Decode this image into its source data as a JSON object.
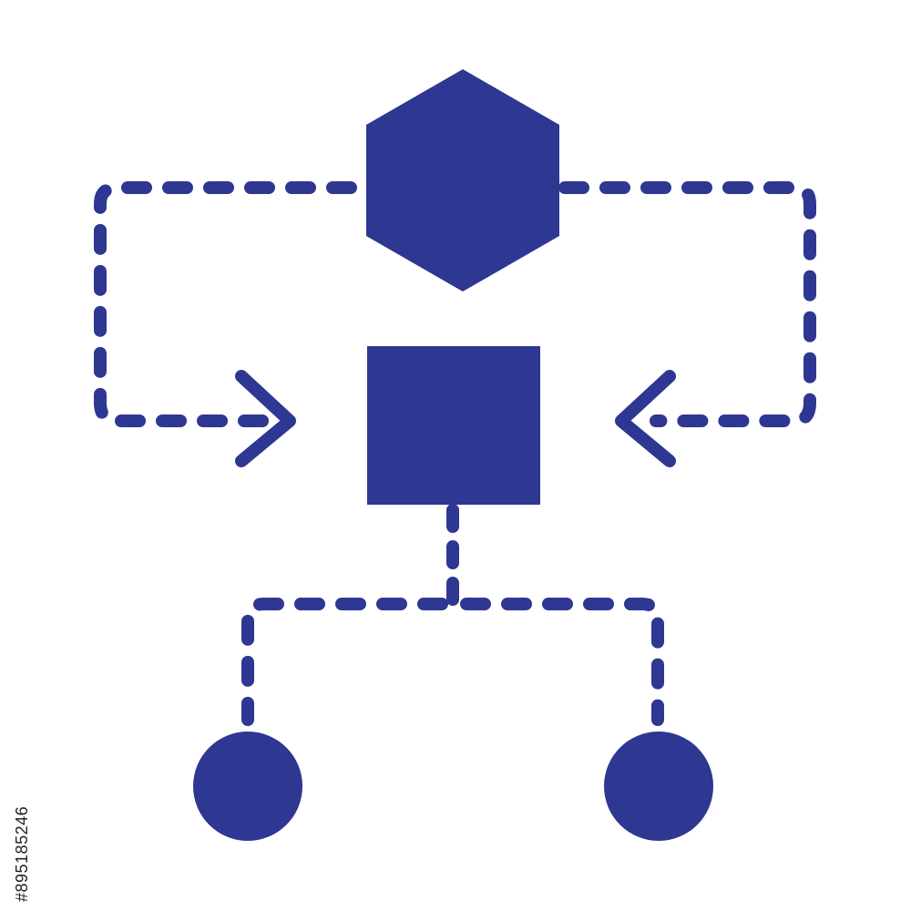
{
  "diagram": {
    "kind": "flowchart-icon",
    "color": "#2E3791",
    "background": "#FFFFFF",
    "nodes": [
      {
        "id": "hexagon",
        "shape": "hexagon",
        "role": "top process node"
      },
      {
        "id": "square",
        "shape": "square",
        "role": "center node"
      },
      {
        "id": "circle-left",
        "shape": "circle",
        "role": "bottom-left output"
      },
      {
        "id": "circle-right",
        "shape": "circle",
        "role": "bottom-right output"
      }
    ],
    "connectors": [
      {
        "from": "hexagon",
        "to": "square",
        "side": "left",
        "style": "dashed",
        "arrow": "open-chevron"
      },
      {
        "from": "hexagon",
        "to": "square",
        "side": "right",
        "style": "dashed",
        "arrow": "open-chevron"
      },
      {
        "from": "square",
        "to": "circle-left",
        "style": "dashed",
        "arrow": "none"
      },
      {
        "from": "square",
        "to": "circle-right",
        "style": "dashed",
        "arrow": "none"
      }
    ]
  },
  "side_id": "#895185246"
}
